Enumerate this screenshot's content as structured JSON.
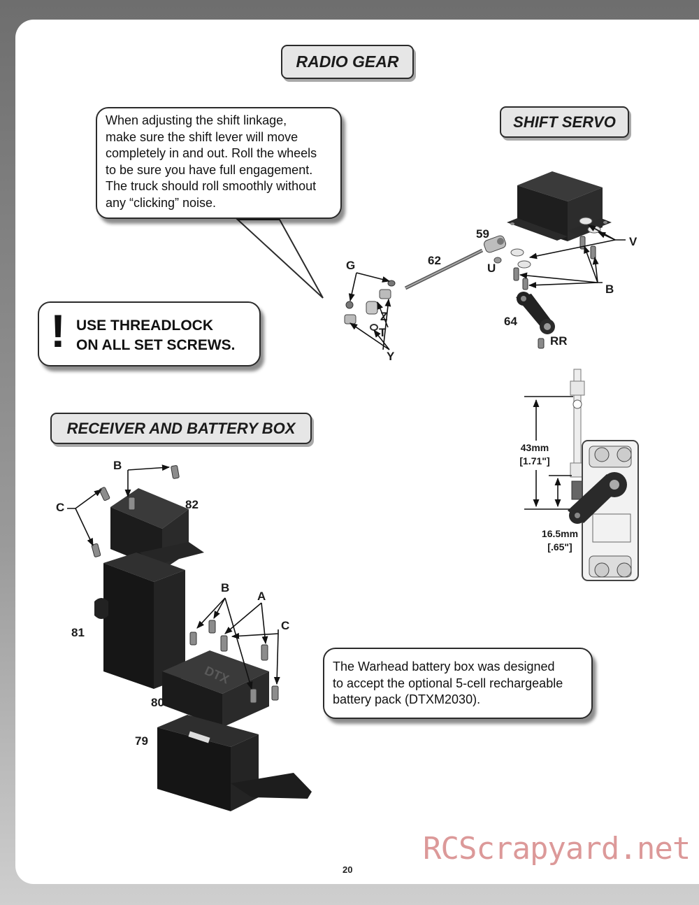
{
  "headings": {
    "radio_gear": "RADIO GEAR",
    "shift_servo": "SHIFT SERVO",
    "receiver_box": "RECEIVER AND BATTERY BOX"
  },
  "callouts": {
    "shift_linkage": [
      "When adjusting the shift linkage,",
      "make sure the shift lever will move",
      "completely in and out. Roll the wheels",
      "to be sure you have full engagement.",
      "The truck should roll smoothly without",
      "any “clicking” noise."
    ],
    "threadlock": {
      "mark": "!",
      "lines": [
        "USE THREADLOCK",
        "ON ALL SET SCREWS."
      ]
    },
    "battery_box": [
      "The Warhead battery box was designed",
      "to accept the optional 5-cell rechargeable",
      "battery pack (DTXM2030)."
    ]
  },
  "shift_servo_labels": {
    "p59": "59",
    "p62": "62",
    "p64": "64",
    "G": "G",
    "U": "U",
    "V": "V",
    "B": "B",
    "RR": "RR",
    "Z": "Z",
    "T": "T",
    "Y": "Y"
  },
  "measurements": {
    "rod_mm": "43mm",
    "rod_in": "[1.71\"]",
    "arm_mm": "16.5mm",
    "arm_in": "[.65\"]"
  },
  "box_labels": {
    "B1": "B",
    "C1": "C",
    "p82": "82",
    "p81": "81",
    "B2": "B",
    "A": "A",
    "C2": "C",
    "p80": "80",
    "p79": "79",
    "box_text": "DTX"
  },
  "page_number": "20",
  "watermark": "RCScrapyard.net"
}
